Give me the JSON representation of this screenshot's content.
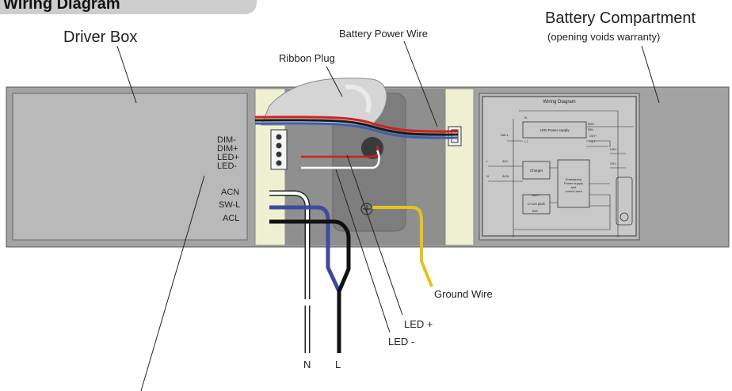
{
  "title": "Wiring Diagram",
  "labels": {
    "driver_box": "Driver Box",
    "battery_power_wire": "Battery Power Wire",
    "battery_compartment": "Battery Compartment",
    "battery_note": "(opening voids warranty)",
    "ribbon_plug": "Ribbon Plug",
    "ground_wire": "Ground Wire",
    "led_plus": "LED +",
    "led_minus": "LED -",
    "n": "N",
    "l": "L"
  },
  "terminals": {
    "dim_minus": "DIM-",
    "dim_plus": "DIM+",
    "led_plus": "LED+",
    "led_minus": "LED-",
    "acn": "ACN",
    "sw_l": "SW-L",
    "acl": "ACL"
  },
  "schematic": {
    "title": "Wiring Diagram",
    "led_power_supply": "LED Power supply",
    "charger": "Charger",
    "emergency_1": "Emergency",
    "emergency_2": "Power supply",
    "emergency_3": "and",
    "emergency_4": "control area",
    "li_ion": "Li-Lon pack",
    "bat_plus": "BAT+",
    "bat_minus": "BAT-",
    "n": "N",
    "l1": "L1",
    "sw_l": "SW-L",
    "acl": "ACL",
    "acn": "ACN",
    "l": "L",
    "n2": "N",
    "dim_plus": "DIM+",
    "dim_minus": "DIM-",
    "out_plus": "OUT+",
    "out_minus": "OUT-",
    "led_plus": "LED+",
    "led_minus": "LED-"
  },
  "colors": {
    "housing": "#a3a3a3",
    "panel": "#b9b9b9",
    "center": "#8f8f8f",
    "cream": "#efefd2",
    "ground": "#e8c21a",
    "neutral": "#ffffff",
    "switched": "#3d4aa0",
    "line": "#111111",
    "red": "#d02020"
  }
}
